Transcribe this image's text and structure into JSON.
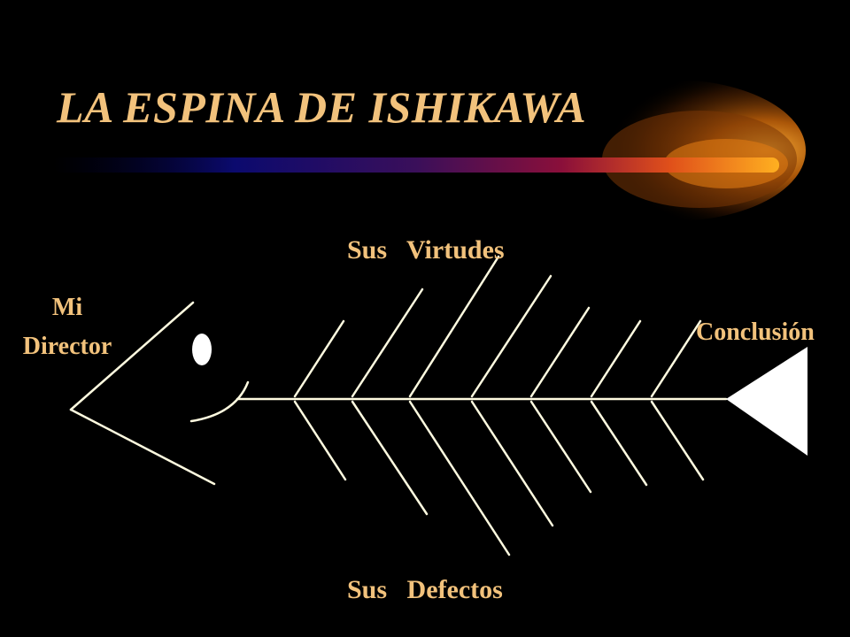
{
  "slide": {
    "title": "LA ESPINA DE ISHIKAWA"
  },
  "diagram": {
    "type": "fishbone",
    "head_label_line1": "Mi",
    "head_label_line2": "Director",
    "top_label": "Sus   Virtudes",
    "bottom_label": "Sus   Defectos",
    "tail_label": "Conclusión"
  },
  "colors": {
    "background": "#000000",
    "text": "#f2c27c",
    "lines": "#fffbe0",
    "accent": "#ff9a1f"
  }
}
